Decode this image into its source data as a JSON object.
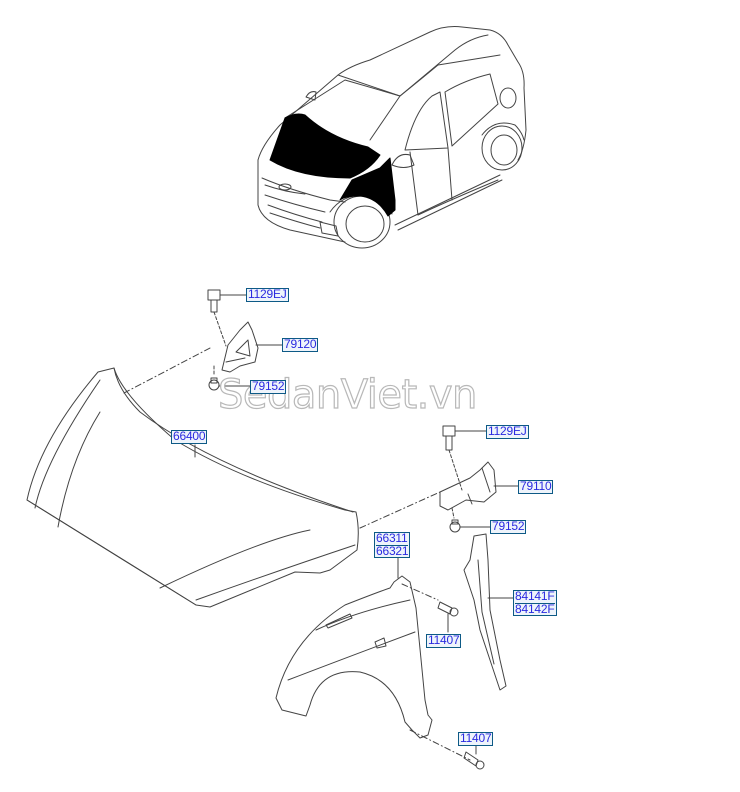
{
  "diagram": {
    "title_illustration": "vehicle-overview-hood-fender-highlighted",
    "watermark": "SedanViet.vn",
    "colors": {
      "label_text": "#2a2ae0",
      "label_border": "#0d5a86",
      "label_bg": "#eef4fb",
      "line": "#444444",
      "highlight_fill": "#000000",
      "watermark_stroke": "#b8b8b8"
    },
    "labels": [
      {
        "id": "lbl-1129ej-top",
        "text": "1129EJ",
        "part": "hood-hinge-bolt"
      },
      {
        "id": "lbl-79120",
        "text": "79120",
        "part": "hood-hinge-left"
      },
      {
        "id": "lbl-79152-top",
        "text": "79152",
        "part": "hood-hinge-nut"
      },
      {
        "id": "lbl-66400",
        "text": "66400",
        "part": "hood-panel"
      },
      {
        "id": "lbl-1129ej-right",
        "text": "1129EJ",
        "part": "hood-hinge-bolt"
      },
      {
        "id": "lbl-79110",
        "text": "79110",
        "part": "hood-hinge-right"
      },
      {
        "id": "lbl-79152-right",
        "text": "79152",
        "part": "hood-hinge-nut"
      },
      {
        "id": "lbl-66311",
        "text": "66311",
        "text2": "66321",
        "part": "front-fender"
      },
      {
        "id": "lbl-84141f",
        "text": "84141F",
        "text2": "84142F",
        "part": "fender-insulator"
      },
      {
        "id": "lbl-11407-mid",
        "text": "11407",
        "part": "fender-bolt"
      },
      {
        "id": "lbl-11407-bottom",
        "text": "11407",
        "part": "fender-bolt"
      }
    ]
  }
}
